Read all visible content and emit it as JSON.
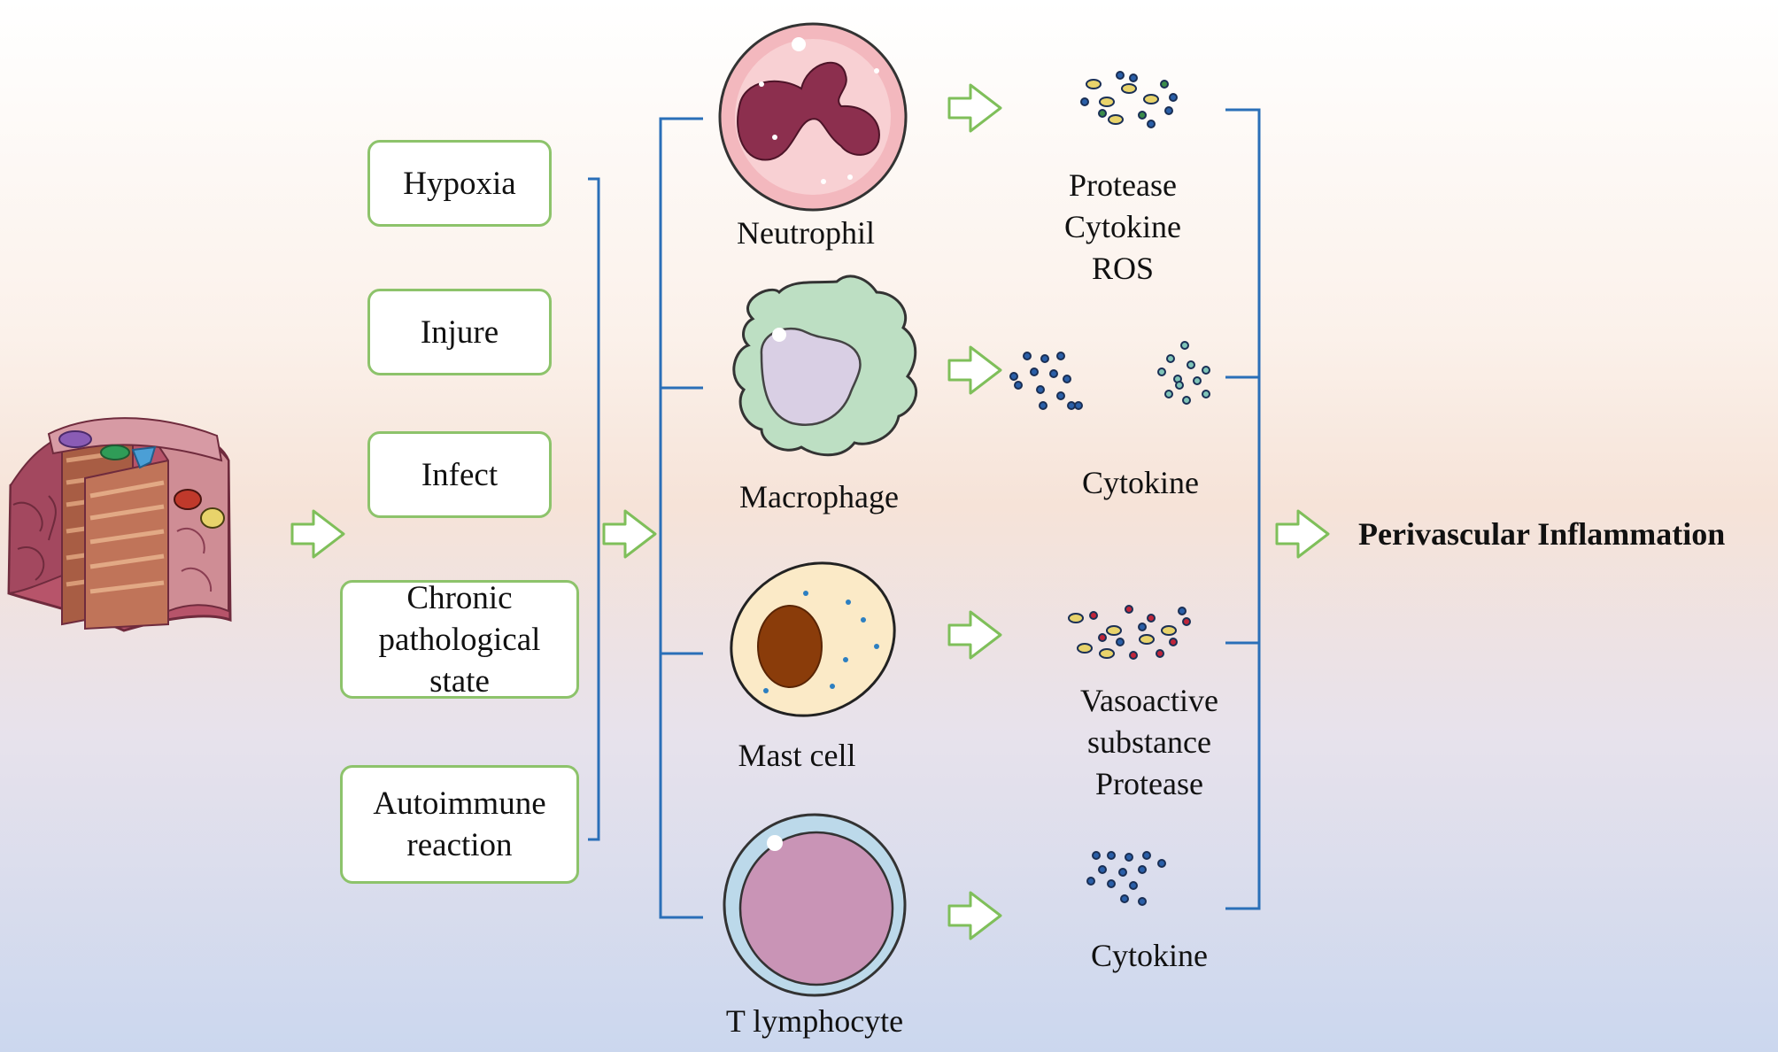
{
  "causes": {
    "hypoxia": "Hypoxia",
    "injure": "Injure",
    "infect": "Infect",
    "chronic": "Chronic\npathological\nstate",
    "autoimmune": "Autoimmune\nreaction"
  },
  "cells": {
    "neutrophil": "Neutrophil",
    "macrophage": "Macrophage",
    "mast_cell": "Mast cell",
    "t_lymphocyte": "T lymphocyte"
  },
  "products": {
    "neutrophil": "Protease\nCytokine\nROS",
    "macrophage": "Cytokine",
    "mast_cell": "Vasoactive\nsubstance\nProtease",
    "t_lymphocyte": "Cytokine"
  },
  "result": "Perivascular Inflammation",
  "colors": {
    "box_border": "#8dc36b",
    "arrow_outline": "#7fbf5a",
    "bracket": "#2a6fb8"
  }
}
